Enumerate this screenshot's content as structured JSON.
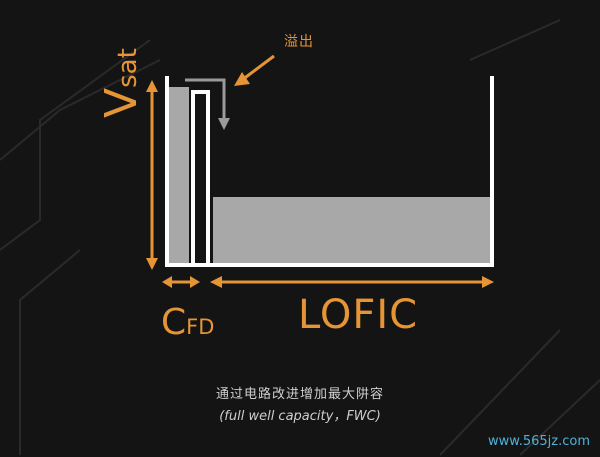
{
  "diagram": {
    "overflow_label": "溢出",
    "vsat_label_main": "V",
    "vsat_label_sub": "sat",
    "cfd_label_main": "C",
    "cfd_label_sub": "FD",
    "lofic_label": "LOFIC",
    "caption_line1": "通过电路改进增加最大阱容",
    "caption_line2": "(full well capacity，FWC)",
    "watermark": "www.565jz.com"
  },
  "colors": {
    "accent": "#e69536",
    "fill": "#a8a8a8",
    "wall": "#ffffff",
    "background": "#141414",
    "watermark": "#4fb3d9"
  }
}
